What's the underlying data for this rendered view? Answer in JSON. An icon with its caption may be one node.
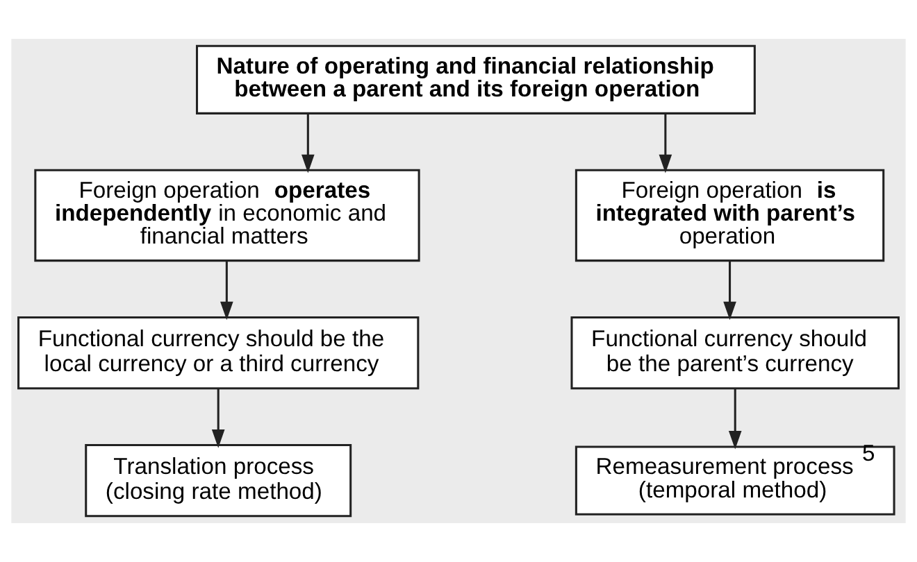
{
  "diagram": {
    "nodes": [
      {
        "text": [
          "Nature of operating and financial relationship between a parent and its foreign operation"
        ]
      },
      {
        "text": [
          "Foreign operation **operates independently** in economic and financial matters"
        ]
      },
      {
        "text": [
          "Foreign operation **is integrated with parent’s** operation"
        ]
      },
      {
        "text": [
          "Functional currency should be the local currency or a third currency"
        ]
      },
      {
        "text": [
          "Functional currency should be the parent’s currency"
        ]
      },
      {
        "text": [
          "Translation process (closing rate method)"
        ]
      },
      {
        "text": [
          "Remeasurement process$^{5}$ (temporal method)"
        ]
      }
    ],
    "edges": [
      {
        "from": 0,
        "to": 1,
        "arrow": "to"
      },
      {
        "from": 0,
        "to": 2,
        "arrow": "to"
      },
      {
        "from": 1,
        "to": 3,
        "arrow": "to"
      },
      {
        "from": 2,
        "to": 4,
        "arrow": "to"
      },
      {
        "from": 3,
        "to": 5,
        "arrow": "to"
      },
      {
        "from": 4,
        "to": 6,
        "arrow": "to"
      }
    ]
  }
}
